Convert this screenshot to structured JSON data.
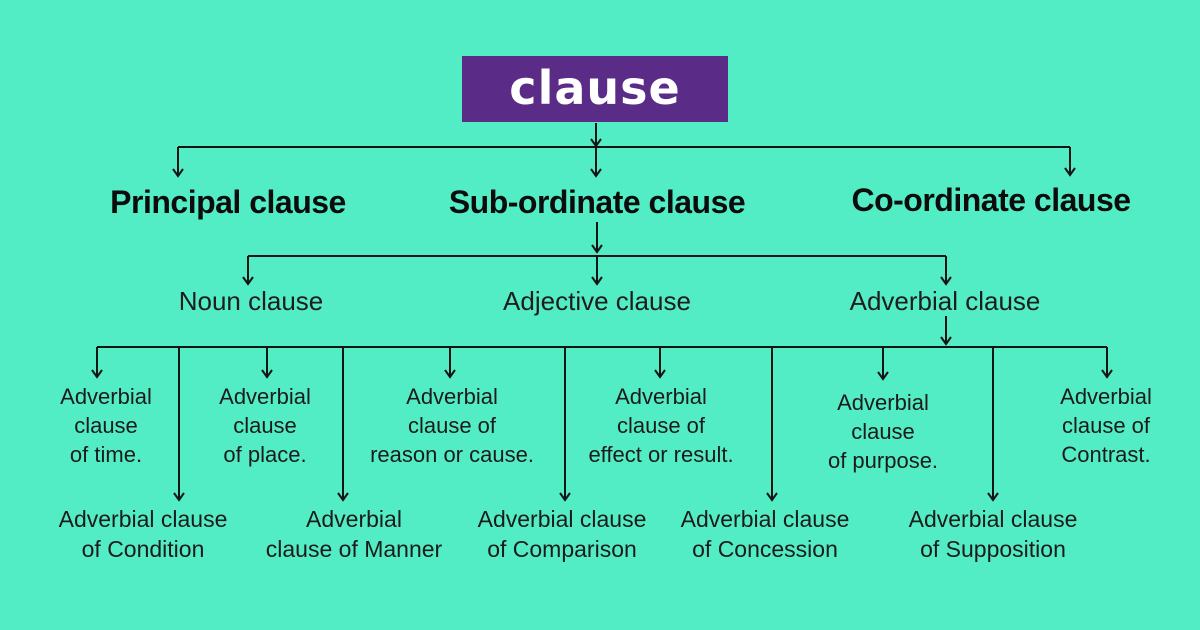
{
  "colors": {
    "background": "#53EDC5",
    "title_background": "#5B2C87",
    "title_text": "#FFFFFF",
    "line": "#141414",
    "text": "#1B1B1B"
  },
  "title": {
    "label": "clause"
  },
  "level2": [
    {
      "label": "Principal clause"
    },
    {
      "label": "Sub-ordinate clause"
    },
    {
      "label": "Co-ordinate clause"
    }
  ],
  "level3": [
    {
      "label": "Noun clause"
    },
    {
      "label": "Adjective clause"
    },
    {
      "label": "Adverbial clause"
    }
  ],
  "level4_top": [
    {
      "label": "Adverbial\nclause\nof time."
    },
    {
      "label": "Adverbial\nclause\nof place."
    },
    {
      "label": "Adverbial\nclause of\nreason or cause."
    },
    {
      "label": "Adverbial\nclause of\neffect or result."
    },
    {
      "label": "Adverbial\nclause\nof purpose."
    },
    {
      "label": "Adverbial\nclause of\nContrast."
    }
  ],
  "level4_bottom": [
    {
      "label": "Adverbial clause\nof Condition"
    },
    {
      "label": "Adverbial\nclause of Manner"
    },
    {
      "label": "Adverbial clause\nof Comparison"
    },
    {
      "label": "Adverbial clause\nof Concession"
    },
    {
      "label": "Adverbial clause\nof Supposition"
    }
  ]
}
